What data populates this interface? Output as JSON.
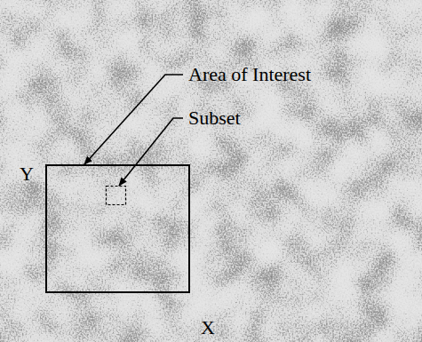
{
  "diagram": {
    "labels": [
      "Area of Interest",
      "Subset",
      "Y",
      "X"
    ]
  }
}
